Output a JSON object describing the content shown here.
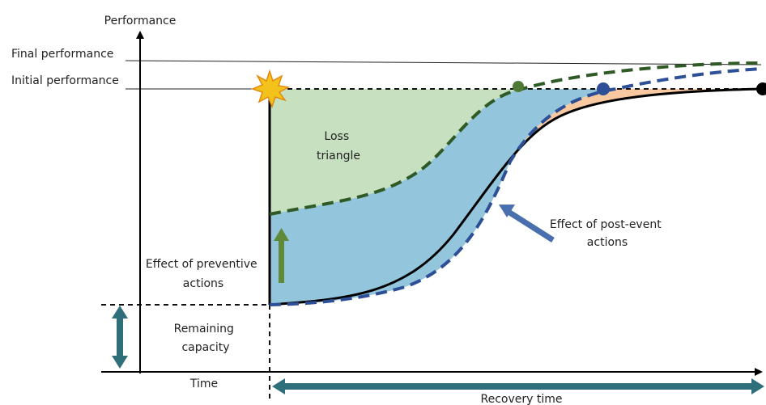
{
  "axes": {
    "y_label": "Performance",
    "x_label": "Time"
  },
  "levels": {
    "final_label": "Final performance",
    "initial_label": "Initial performance"
  },
  "regions": {
    "loss_triangle": [
      "Loss",
      "triangle"
    ],
    "remaining_capacity": [
      "Remaining",
      "capacity"
    ]
  },
  "annotations": {
    "preventive": [
      "Effect of preventive",
      "actions"
    ],
    "post_event": [
      "Effect of post-event",
      "actions"
    ],
    "recovery_time": "Recovery time"
  },
  "colors": {
    "loss_fill": "#c6e0c0",
    "blue_fill": "#93c6dc",
    "orange_fill": "#f8c9a0",
    "green_curve": "#2f5a25",
    "blue_curve": "#2d4f96",
    "teal_arrow": "#2f6f7a",
    "green_arrow": "#5f8a3a",
    "event_star": "#f3c21b"
  },
  "icons": {
    "event": "explosion-star-icon"
  }
}
